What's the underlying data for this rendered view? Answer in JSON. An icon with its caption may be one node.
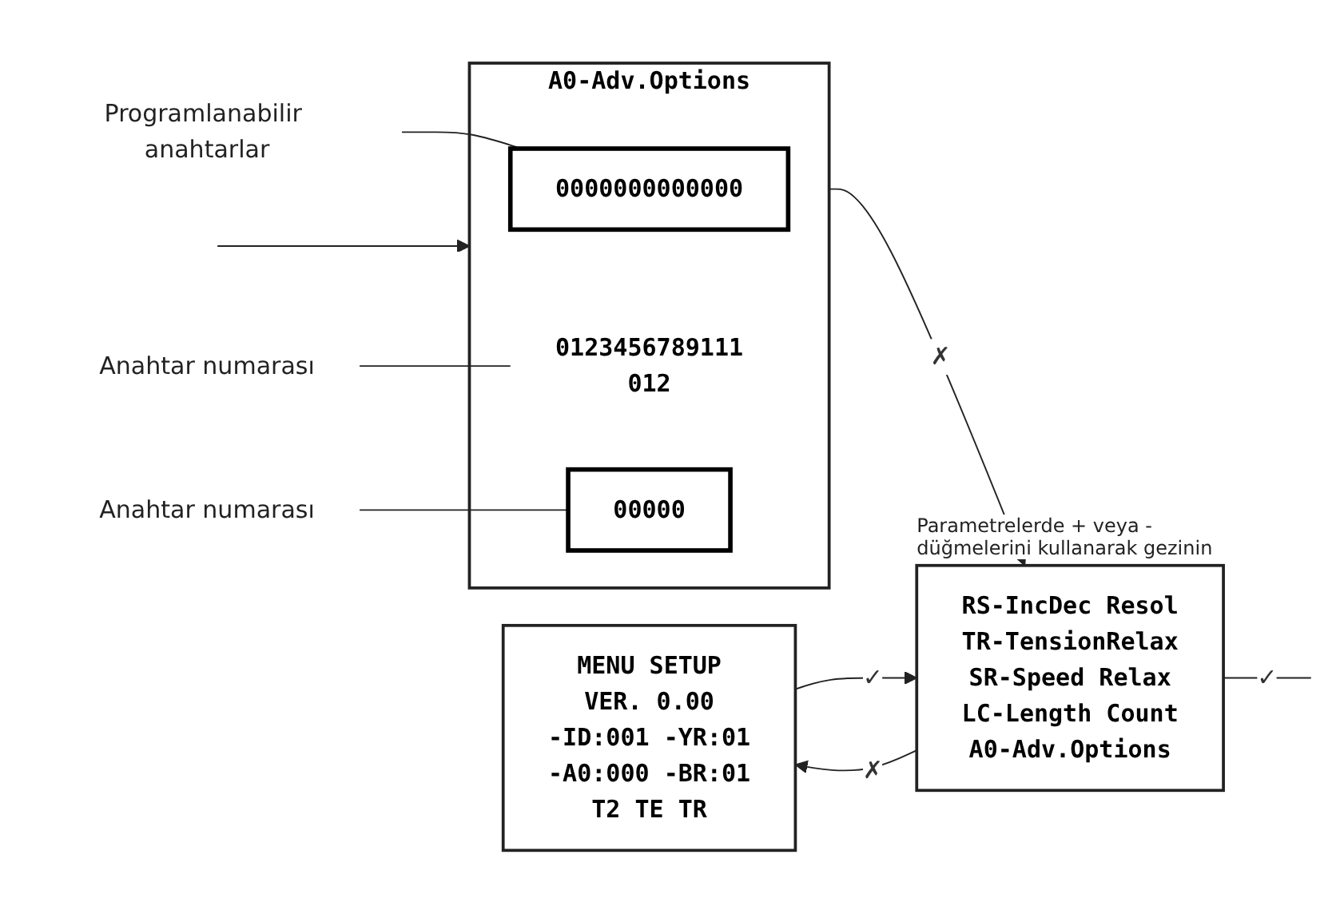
{
  "diagram": {
    "nodes": [
      {
        "text": [
          "MENU SETUP",
          "VER. 0.00",
          "-ID:001 -YR:01",
          "-A0:000 -BR:01",
          "T2 TE TR"
        ]
      },
      {
        "text": [
          "RS-IncDec Resol",
          "TR-TensionRelax",
          "SR-Speed Relax",
          "LC-Length Count",
          "A0-Adv.Options"
        ],
        "beside": [
          "Parametrelerde + veya - düğmelerini kullanarak gezinin"
        ]
      },
      {
        "text": [
          "A0-Adv.Options"
        ]
      },
      {
        "text": [
          "0000000000000"
        ],
        "in": 2
      },
      {
        "text": [
          "0123456789111",
          "012"
        ],
        "in": 2
      },
      {
        "text": [
          "00000"
        ],
        "in": 2
      },
      {
        "text": [
          "Programlanabilir anahtarlar"
        ]
      },
      {
        "text": [
          "Anahtar numarası"
        ]
      },
      {
        "text": [
          "Anahtar numarası"
        ]
      }
    ],
    "edges": [
      {
        "from": 0,
        "to": 1,
        "arrow": "to",
        "label": "✓"
      },
      {
        "from": 1,
        "to": 0,
        "arrow": "to",
        "label": "✗"
      },
      {
        "from": 1,
        "to": null,
        "arrow": "none",
        "label": "✓"
      },
      {
        "from": 2,
        "to": 1,
        "arrow": "to",
        "label": "✗"
      },
      {
        "from": null,
        "to": 2,
        "arrow": "to"
      },
      {
        "from": 6,
        "to": 3,
        "arrow": "none"
      },
      {
        "from": 7,
        "to": 4,
        "arrow": "none"
      },
      {
        "from": 8,
        "to": 5,
        "arrow": "none"
      }
    ]
  }
}
